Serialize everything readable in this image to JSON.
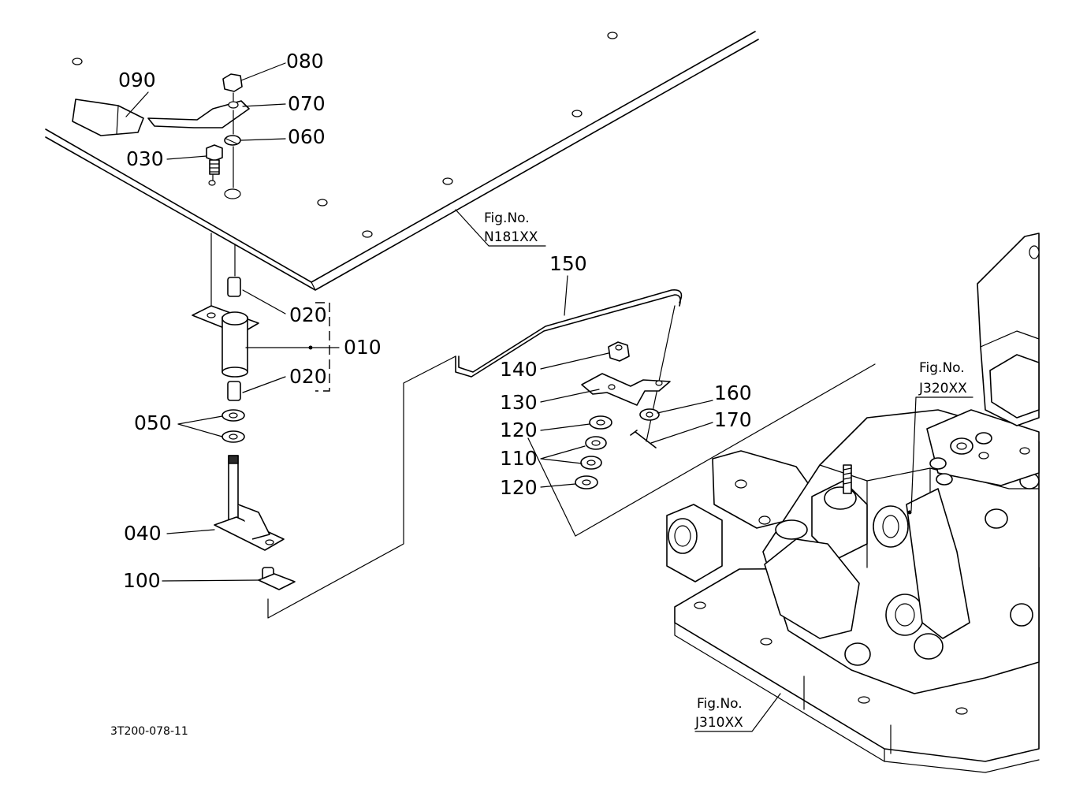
{
  "parts": {
    "p010": "010",
    "p020a": "020",
    "p020b": "020",
    "p030": "030",
    "p040": "040",
    "p050": "050",
    "p060": "060",
    "p070": "070",
    "p080": "080",
    "p090": "090",
    "p100": "100",
    "p110": "110",
    "p120a": "120",
    "p120b": "120",
    "p130": "130",
    "p140": "140",
    "p150": "150",
    "p160": "160",
    "p170": "170"
  },
  "refs": {
    "n181": {
      "title": "Fig.No.",
      "code": "N181XX"
    },
    "j320": {
      "title": "Fig.No.",
      "code": "J320XX"
    },
    "j310": {
      "title": "Fig.No.",
      "code": "J310XX"
    }
  },
  "drawing_code": "3T200-078-11"
}
